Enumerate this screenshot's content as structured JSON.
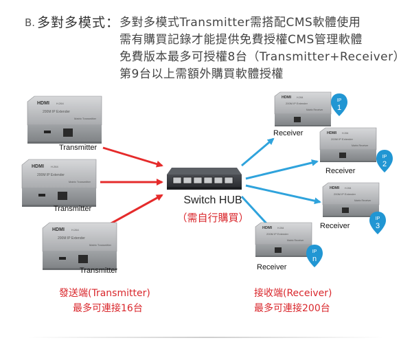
{
  "header": {
    "prefix": "B.",
    "label": "多對多模式：",
    "lines": [
      "多對多模式Transmitter需搭配CMS軟體使用",
      "需有購買記錄才能提供免費授權CMS管理軟體",
      "免費版本最多可授權8台（Transmitter+Receiver）",
      "第9台以上需額外購買軟體授權"
    ]
  },
  "devices": {
    "logo": "HDMI",
    "model": "H.264",
    "product": "200M IP Extender",
    "tx_tag": "Matrix Transmitter",
    "rx_tag": "Matrix Receiver"
  },
  "transmitters": [
    {
      "label": "Transmitter"
    },
    {
      "label": "Transmitter"
    },
    {
      "label": "Transmitter"
    }
  ],
  "receivers": [
    {
      "label": "Receiver",
      "ip": "IP",
      "num": "1"
    },
    {
      "label": "Receiver",
      "ip": "IP",
      "num": "2"
    },
    {
      "label": "Receiver",
      "ip": "IP",
      "num": "3"
    },
    {
      "label": "Receiver",
      "ip": "IP",
      "num": "n"
    }
  ],
  "switch": {
    "label": "Switch HUB",
    "note": "（需自行購買）"
  },
  "captions": {
    "left_line1": "發送端(Transmitter)",
    "left_line2": "最多可連接16台",
    "right_line1": "接收端(Receiver)",
    "right_line2": "最多可連接200台"
  },
  "colors": {
    "arrow_red": "#e52b2b",
    "arrow_blue": "#2fa3dc",
    "badge_blue": "#2196d3",
    "device_silver": "#b9bbbd"
  }
}
